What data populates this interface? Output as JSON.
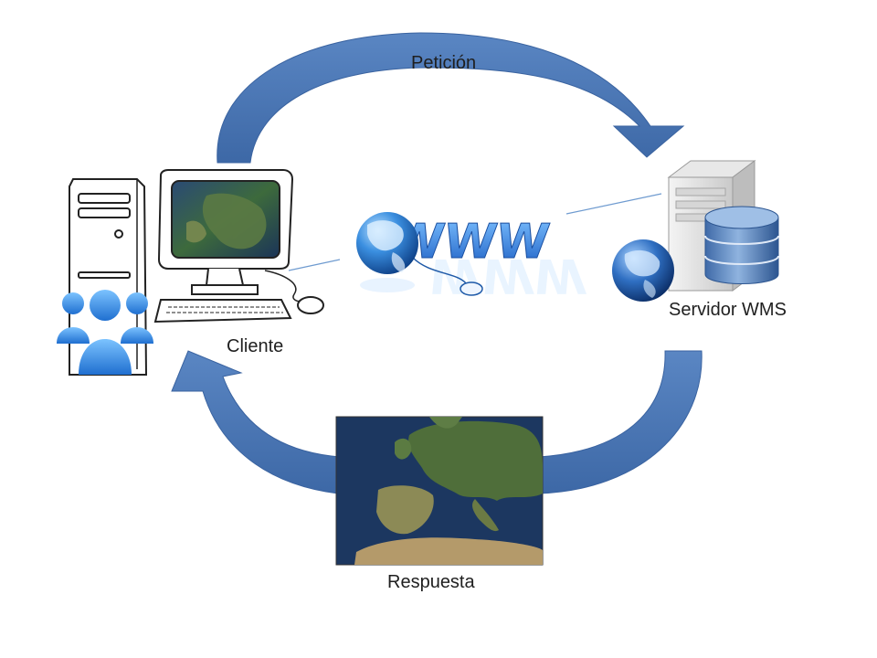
{
  "labels": {
    "request": "Petición",
    "response": "Respuesta",
    "client": "Cliente",
    "server": "Servidor WMS"
  },
  "www": {
    "text": "WWW"
  },
  "colors": {
    "arrow": "#4a76b3",
    "arrow_dark": "#2f5a96",
    "connector": "#6f9bd0",
    "globe_ocean": "#2b7fd6",
    "map_sea": "#1e3a63",
    "map_land": "#5c7a3a",
    "map_desert": "#b49a6a"
  },
  "icons": [
    "client-computer-icon",
    "users-icon",
    "globe-icon",
    "www-logo-icon",
    "server-icon",
    "database-icon",
    "map-image"
  ]
}
